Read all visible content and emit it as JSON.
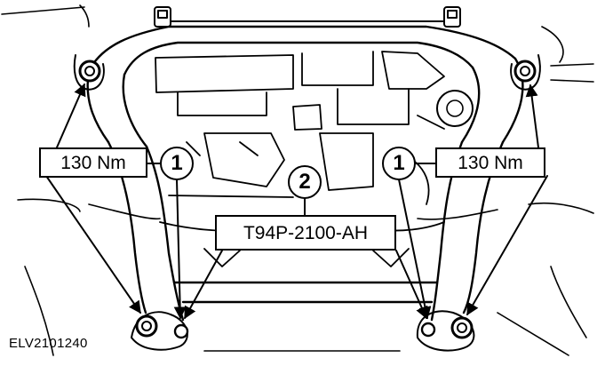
{
  "torque_left": {
    "value": "130 Nm",
    "callout": "1"
  },
  "torque_right": {
    "value": "130 Nm",
    "callout": "1"
  },
  "tool": {
    "part_number": "T94P-2100-AH",
    "callout": "2"
  },
  "figure_id": "ELV2101240",
  "colors": {
    "ink": "#000000",
    "paper": "#ffffff"
  },
  "icons": [
    "crossmember-drawing",
    "bolt-icon",
    "callout-arrow"
  ]
}
